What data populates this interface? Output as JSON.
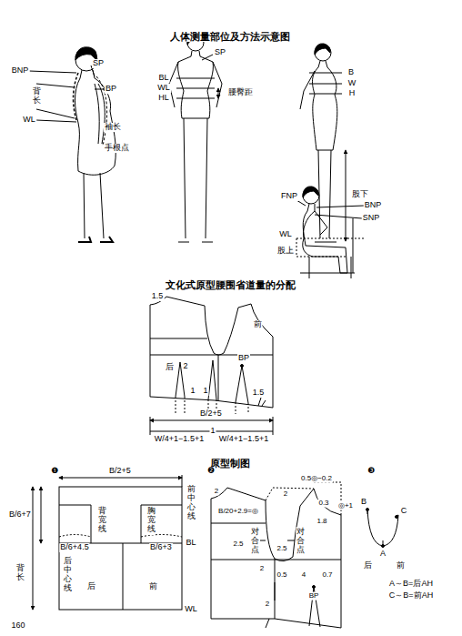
{
  "diagram": {
    "title": "人体测量部位及方法示意图",
    "labels": [
      "BNP",
      "SP",
      "BP",
      "背长",
      "WL",
      "袖长",
      "手根点",
      "SP",
      "BL",
      "WL",
      "HL",
      "腰臀距",
      "B",
      "W",
      "H",
      "股下",
      "FNP",
      "BNP",
      "SNP",
      "WL",
      "股上",
      "文化式原型腰围省道量的分配",
      "1.5",
      "前",
      "后",
      "2",
      "BP",
      "1",
      "1",
      "1.5",
      "B/2+5",
      "W/4+1−1.5+1",
      "1",
      "W/4+1−1.5+1",
      "原型制图",
      "❶",
      "B/2+5",
      "B/6+7",
      "背长",
      "背宽线",
      "胸宽线",
      "前中心线",
      "B/6+4.5",
      "B/6+3",
      "BL",
      "后中心线",
      "后",
      "前",
      "WL",
      "❷",
      "B/20+2.9=◎",
      "0.5◎−0.2",
      "0.3",
      "◎+1",
      "1.8",
      "2",
      "2.5",
      "对合点",
      "对合点",
      "2",
      "2.5",
      "0.5",
      "4",
      "0.7",
      "BP",
      "2",
      "❸",
      "B",
      "C",
      "A",
      "后",
      "前",
      "A～B=后AH",
      "C～B=前AH",
      "160",
      "2"
    ]
  }
}
